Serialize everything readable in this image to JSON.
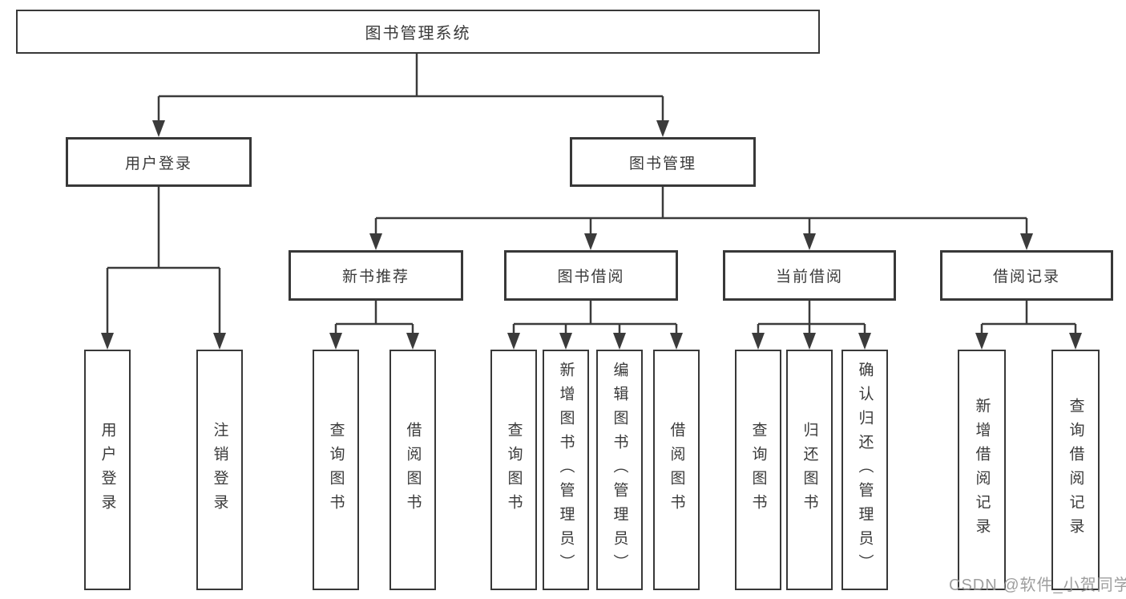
{
  "diagram": {
    "nodes": {
      "root": {
        "label": "图书管理系统"
      },
      "user_login": {
        "label": "用户登录"
      },
      "book_mgmt": {
        "label": "图书管理"
      },
      "new_book_rec": {
        "label": "新书推荐"
      },
      "book_borrow": {
        "label": "图书借阅"
      },
      "current_borrow": {
        "label": "当前借阅"
      },
      "borrow_record": {
        "label": "借阅记录"
      },
      "leaf_user_login": {
        "label": "用户登录"
      },
      "leaf_logout": {
        "label": "注销登录"
      },
      "leaf_query_book_1": {
        "label": "查询图书"
      },
      "leaf_borrow_book_1": {
        "label": "借阅图书"
      },
      "leaf_query_book_2": {
        "label": "查询图书"
      },
      "leaf_add_book_admin": {
        "label": "新增图书（管理员）"
      },
      "leaf_edit_book_admin": {
        "label": "编辑图书（管理员）"
      },
      "leaf_borrow_book_2": {
        "label": "借阅图书"
      },
      "leaf_query_book_3": {
        "label": "查询图书"
      },
      "leaf_return_book": {
        "label": "归还图书"
      },
      "leaf_confirm_return_admin": {
        "label": "确认归还（管理员）"
      },
      "leaf_add_borrow_record": {
        "label": "新增借阅记录"
      },
      "leaf_query_borrow_record": {
        "label": "查询借阅记录"
      }
    },
    "edges": [
      {
        "from": "图书管理系统",
        "to": [
          "用户登录",
          "图书管理"
        ]
      },
      {
        "from": "用户登录",
        "to": [
          "用户登录",
          "注销登录"
        ]
      },
      {
        "from": "图书管理",
        "to": [
          "新书推荐",
          "图书借阅",
          "当前借阅",
          "借阅记录"
        ]
      },
      {
        "from": "新书推荐",
        "to": [
          "查询图书",
          "借阅图书"
        ]
      },
      {
        "from": "图书借阅",
        "to": [
          "查询图书",
          "新增图书（管理员）",
          "编辑图书（管理员）",
          "借阅图书"
        ]
      },
      {
        "from": "当前借阅",
        "to": [
          "查询图书",
          "归还图书",
          "确认归还（管理员）"
        ]
      },
      {
        "from": "借阅记录",
        "to": [
          "新增借阅记录",
          "查询借阅记录"
        ]
      }
    ],
    "colors": {
      "line": "#3b3b3b",
      "box_border": "#383838",
      "box_background": "#ffffff",
      "text": "#3a3a3a",
      "watermark": "#949494"
    }
  },
  "watermark": "CSDN @软件_小贺同学"
}
